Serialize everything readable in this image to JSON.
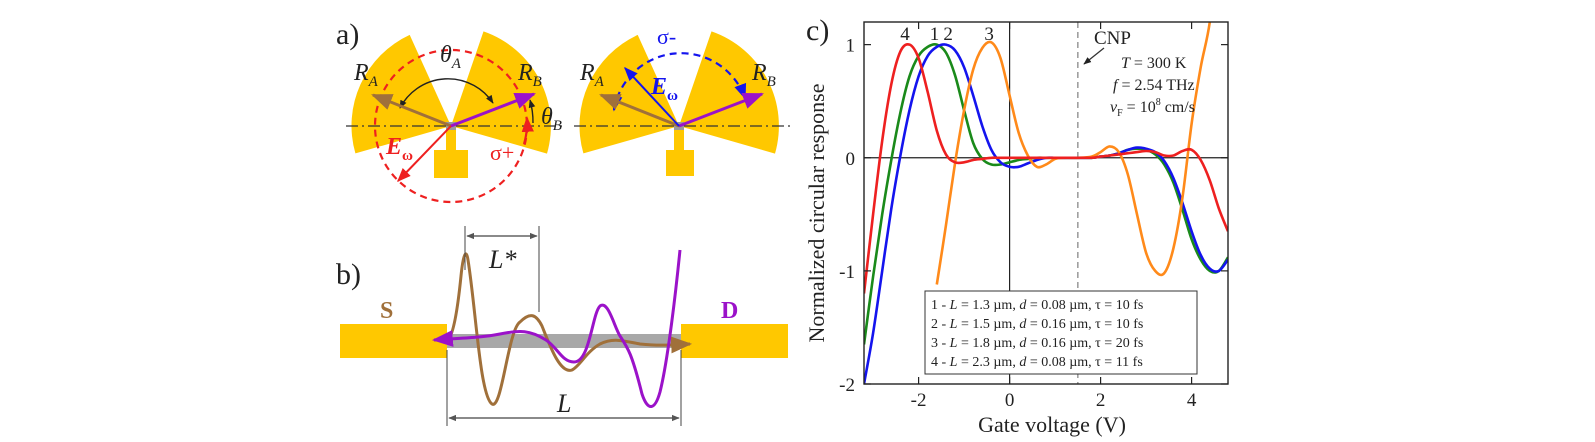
{
  "colors": {
    "gold": "#FFC800",
    "brown": "#A0703A",
    "purple": "#9B12C9",
    "red": "#EE2020",
    "blue": "#1414EE",
    "green": "#1A8A1A",
    "orange": "#FF8A1A",
    "gray": "#A8A8A8"
  },
  "panel_a": {
    "label": "a)",
    "left": {
      "ra": "R",
      "ra_sub": "A",
      "rb": "R",
      "rb_sub": "B",
      "theta_a": "θ",
      "theta_a_sub": "A",
      "theta_b": "θ",
      "theta_b_sub": "B",
      "e_field": "E",
      "e_sub": "ω",
      "polarization": "σ+"
    },
    "right": {
      "ra": "R",
      "ra_sub": "A",
      "rb": "R",
      "rb_sub": "B",
      "e_field": "E",
      "e_sub": "ω",
      "polarization": "σ-"
    }
  },
  "panel_b": {
    "label": "b)",
    "source": "S",
    "drain": "D",
    "l_star": "L*",
    "l": "L"
  },
  "panel_c": {
    "label": "c)",
    "cnp_label": "CNP",
    "params": {
      "t_var": "T",
      "t_val": " = 300 K",
      "f_var": "f",
      "f_val": " = 2.54 THz",
      "v_var": "v",
      "v_sub": "F",
      "v_val": " = 10",
      "v_exp": "8",
      "v_unit": " cm/s"
    },
    "legend": [
      {
        "prefix": "1 - ",
        "l": "L",
        "l_val": " = 1.3 µm, ",
        "d": "d",
        "d_val": " = 0.08 µm, τ = 10 fs"
      },
      {
        "prefix": "2 - ",
        "l": "L",
        "l_val": " = 1.5 µm, ",
        "d": "d",
        "d_val": " = 0.16 µm, τ = 10 fs"
      },
      {
        "prefix": "3 - ",
        "l": "L",
        "l_val": " = 1.8 µm, ",
        "d": "d",
        "d_val": " = 0.16 µm, τ = 20 fs"
      },
      {
        "prefix": "4 - ",
        "l": "L",
        "l_val": " = 2.3 µm, ",
        "d": "d",
        "d_val": " = 0.08 µm, τ = 11 fs"
      }
    ]
  },
  "chart_data": {
    "type": "line",
    "xlabel": "Gate voltage (V)",
    "ylabel": "Normalized circular response",
    "xlim": [
      -3.2,
      4.8
    ],
    "ylim": [
      -2.0,
      1.2
    ],
    "xticks": [
      -2,
      0,
      2,
      4
    ],
    "xtick_labels": [
      "-2",
      "0",
      "2",
      "4"
    ],
    "yticks": [
      -2,
      -1,
      0,
      1
    ],
    "ytick_labels": [
      "-2",
      "-1",
      "0",
      "1"
    ],
    "cnp_x": 1.5,
    "series": [
      {
        "name": "1",
        "color": "#1A8A1A",
        "peak_label_x": -1.65,
        "x": [
          -3.2,
          -3.0,
          -2.8,
          -2.6,
          -2.4,
          -2.2,
          -2.0,
          -1.8,
          -1.6,
          -1.4,
          -1.2,
          -1.0,
          -0.8,
          -0.6,
          -0.4,
          -0.2,
          0.0,
          0.2,
          0.4,
          0.6,
          0.8,
          1.0,
          1.2,
          1.5,
          1.8,
          2.0,
          2.2,
          2.4,
          2.6,
          2.8,
          3.0,
          3.2,
          3.4,
          3.6,
          3.8,
          4.0,
          4.2,
          4.4,
          4.6,
          4.8
        ],
        "y": [
          -1.65,
          -1.05,
          -0.5,
          -0.02,
          0.4,
          0.72,
          0.9,
          0.98,
          1.0,
          0.93,
          0.73,
          0.42,
          0.13,
          -0.01,
          -0.06,
          -0.06,
          -0.04,
          -0.02,
          -0.01,
          0.0,
          0.0,
          0.0,
          0.0,
          0.0,
          0.0,
          0.01,
          0.02,
          0.04,
          0.07,
          0.08,
          0.07,
          0.03,
          -0.06,
          -0.22,
          -0.46,
          -0.72,
          -0.9,
          -1.0,
          -1.0,
          -0.88
        ]
      },
      {
        "name": "2",
        "color": "#1414EE",
        "peak_label_x": -1.35,
        "x": [
          -3.2,
          -3.0,
          -2.8,
          -2.6,
          -2.4,
          -2.2,
          -2.0,
          -1.8,
          -1.6,
          -1.4,
          -1.2,
          -1.0,
          -0.8,
          -0.6,
          -0.4,
          -0.2,
          0.0,
          0.2,
          0.4,
          0.6,
          0.8,
          1.0,
          1.2,
          1.5,
          1.8,
          2.0,
          2.2,
          2.4,
          2.6,
          2.8,
          3.0,
          3.2,
          3.4,
          3.6,
          3.8,
          4.0,
          4.2,
          4.4,
          4.6,
          4.8
        ],
        "y": [
          -2.0,
          -1.55,
          -1.0,
          -0.45,
          0.02,
          0.42,
          0.72,
          0.9,
          0.98,
          1.0,
          0.95,
          0.8,
          0.55,
          0.28,
          0.07,
          -0.04,
          -0.08,
          -0.08,
          -0.05,
          -0.02,
          0.0,
          0.0,
          0.0,
          0.0,
          0.0,
          0.01,
          0.02,
          0.04,
          0.07,
          0.09,
          0.08,
          0.05,
          -0.03,
          -0.18,
          -0.4,
          -0.65,
          -0.86,
          -0.98,
          -1.0,
          -0.9
        ]
      },
      {
        "name": "3",
        "color": "#FF8A1A",
        "peak_label_x": -0.45,
        "x": [
          -1.6,
          -1.4,
          -1.2,
          -1.0,
          -0.8,
          -0.6,
          -0.4,
          -0.2,
          0.0,
          0.2,
          0.4,
          0.6,
          0.8,
          1.0,
          1.2,
          1.5,
          1.8,
          2.0,
          2.2,
          2.4,
          2.6,
          2.8,
          3.0,
          3.2,
          3.4,
          3.6,
          3.8,
          4.0,
          4.2,
          4.4,
          4.6
        ],
        "y": [
          -1.12,
          -0.6,
          -0.05,
          0.42,
          0.78,
          0.97,
          1.02,
          0.88,
          0.55,
          0.22,
          0.02,
          -0.08,
          -0.06,
          -0.01,
          0.0,
          0.0,
          0.01,
          0.05,
          0.1,
          0.05,
          -0.15,
          -0.5,
          -0.84,
          -1.0,
          -1.02,
          -0.8,
          -0.35,
          0.3,
          0.8,
          1.2,
          1.9
        ]
      },
      {
        "name": "4",
        "color": "#EE2020",
        "peak_label_x": -2.3,
        "x": [
          -3.2,
          -3.0,
          -2.8,
          -2.6,
          -2.4,
          -2.2,
          -2.0,
          -1.8,
          -1.6,
          -1.4,
          -1.2,
          -1.0,
          -0.8,
          -0.6,
          -0.4,
          -0.2,
          0.0,
          0.2,
          0.4,
          0.6,
          0.8,
          1.0,
          1.2,
          1.5,
          1.8,
          2.0,
          2.2,
          2.4,
          2.6,
          2.8,
          3.0,
          3.2,
          3.4,
          3.6,
          3.8,
          4.0,
          4.2,
          4.4,
          4.6,
          4.8
        ],
        "y": [
          -1.2,
          -0.5,
          0.15,
          0.65,
          0.94,
          1.0,
          0.88,
          0.58,
          0.24,
          0.03,
          -0.04,
          -0.04,
          -0.02,
          -0.01,
          0.0,
          0.0,
          0.0,
          0.0,
          0.0,
          0.0,
          0.0,
          0.0,
          0.0,
          0.0,
          0.0,
          0.01,
          0.02,
          0.03,
          0.04,
          0.05,
          0.06,
          0.05,
          0.02,
          0.02,
          0.06,
          0.07,
          -0.02,
          -0.2,
          -0.45,
          -0.65
        ]
      }
    ]
  }
}
